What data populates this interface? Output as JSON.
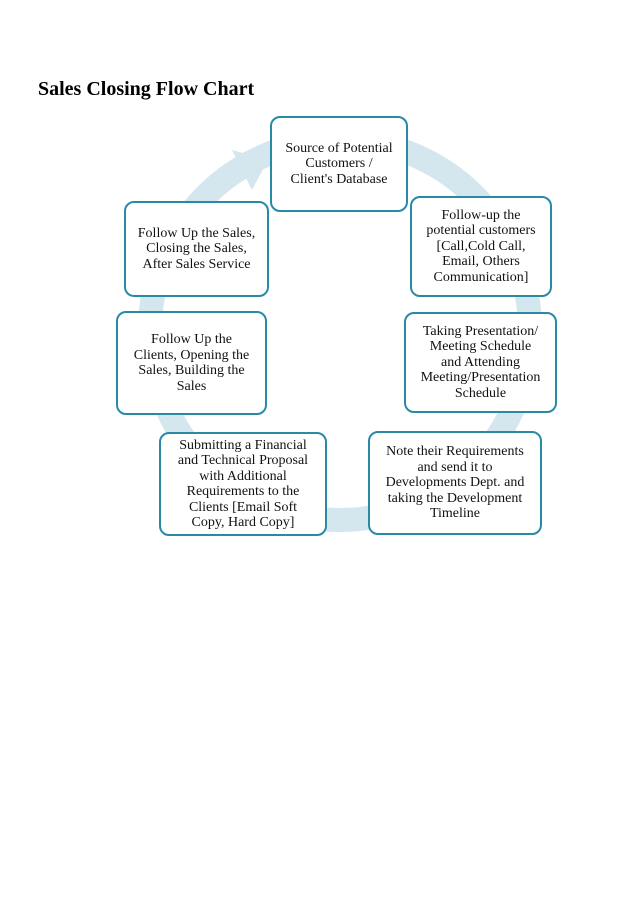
{
  "title": "Sales Closing Flow Chart",
  "colors": {
    "border": "#2a8aa5",
    "ring": "#d4e6ee"
  },
  "steps": [
    {
      "label": "Source of Potential\nCustomers /\nClient's Database"
    },
    {
      "label": "Follow-up the\npotential customers\n[Call,Cold Call,\nEmail, Others\nCommunication]"
    },
    {
      "label": "Taking Presentation/\nMeeting Schedule\nand Attending\nMeeting/Presentation\nSchedule"
    },
    {
      "label": "Note their Requirements\nand send it to\nDevelopments Dept. and\ntaking the Development\nTimeline"
    },
    {
      "label": "Submitting a Financial\nand Technical Proposal\nwith Additional\nRequirements to the\nClients [Email Soft\nCopy, Hard Copy]"
    },
    {
      "label": "Follow Up the\nClients, Opening the\nSales, Building the\nSales"
    },
    {
      "label": "Follow Up the Sales,\nClosing the Sales,\nAfter Sales Service"
    }
  ]
}
